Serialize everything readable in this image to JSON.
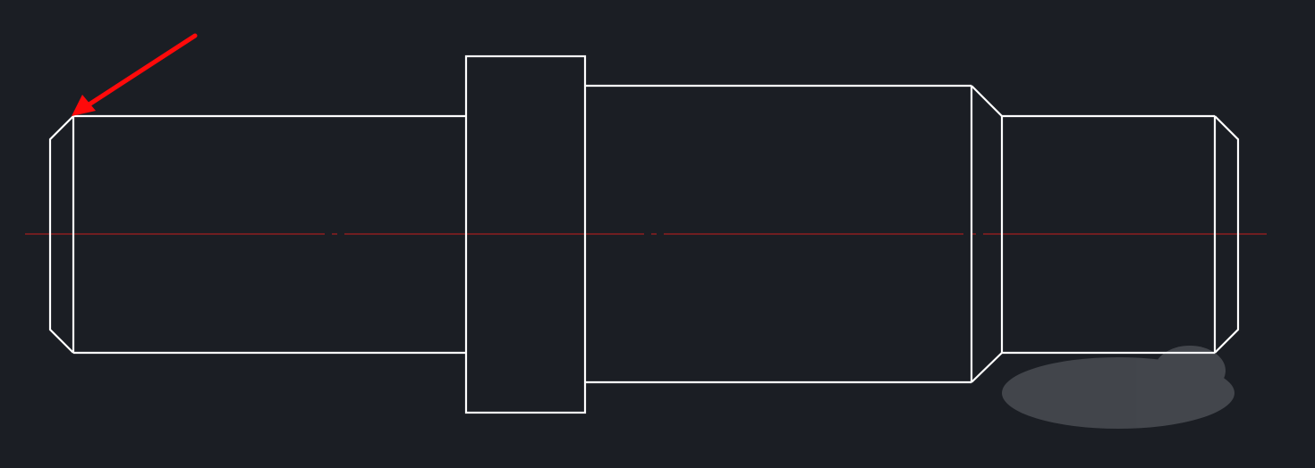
{
  "colors": {
    "background": "#1b1e24",
    "outline": "#ffffff",
    "centerline": "#c41e1e",
    "annotation_arrow": "#ff0a0a"
  },
  "drawing": {
    "type": "stepped-shaft-side-view",
    "sections": [
      {
        "name": "left-journal",
        "chamfer_left": true
      },
      {
        "name": "collar"
      },
      {
        "name": "middle-journal",
        "chamfer_right": true
      },
      {
        "name": "right-journal",
        "chamfer_right": true
      }
    ],
    "centerline_style": "dash-dot",
    "annotation": {
      "kind": "arrow",
      "points_to": "left-chamfer-corner"
    }
  }
}
